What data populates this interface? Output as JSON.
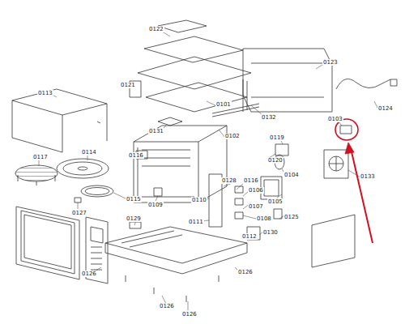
{
  "diagram": {
    "labels": [
      "0122",
      "0121",
      "0113",
      "0123",
      "0124",
      "0132",
      "0101",
      "0131",
      "0102",
      "0119",
      "0103",
      "0116",
      "0120",
      "0117",
      "0114",
      "0104",
      "0133",
      "0105",
      "0128",
      "0116",
      "0106",
      "0127",
      "0115",
      "0109",
      "0110",
      "0107",
      "0125",
      "0108",
      "0111",
      "0129",
      "0130",
      "0112",
      "0126",
      "0126",
      "0126",
      "0126"
    ]
  }
}
